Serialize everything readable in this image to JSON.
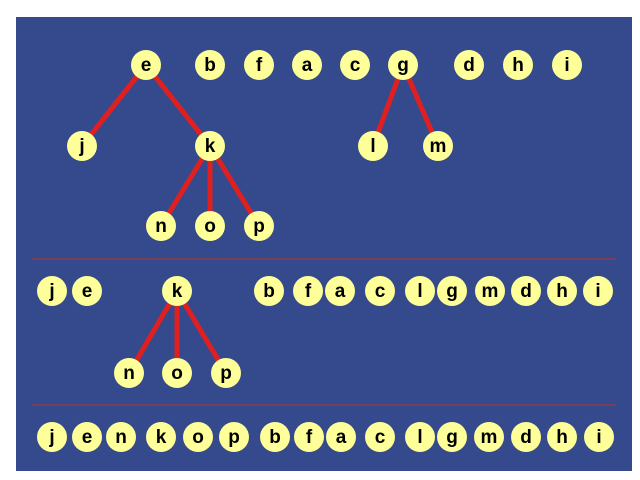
{
  "stage_1": {
    "top_row": [
      "e",
      "b",
      "f",
      "a",
      "c",
      "g",
      "d",
      "h",
      "i"
    ],
    "children_of_e": [
      "j",
      "k"
    ],
    "children_of_g": [
      "l",
      "m"
    ],
    "children_of_k": [
      "n",
      "o",
      "p"
    ]
  },
  "stage_2": {
    "top_row": [
      "j",
      "e",
      "k",
      "b",
      "f",
      "a",
      "c",
      "l",
      "g",
      "m",
      "d",
      "h",
      "i"
    ],
    "children_of_k": [
      "n",
      "o",
      "p"
    ]
  },
  "stage_3": {
    "row": [
      "j",
      "e",
      "n",
      "k",
      "o",
      "p",
      "b",
      "f",
      "a",
      "c",
      "l",
      "g",
      "m",
      "d",
      "h",
      "i"
    ]
  },
  "colors": {
    "background": "#344a8c",
    "node_fill": "#ffff99",
    "edge": "#e02020",
    "divider": "#c03028"
  }
}
